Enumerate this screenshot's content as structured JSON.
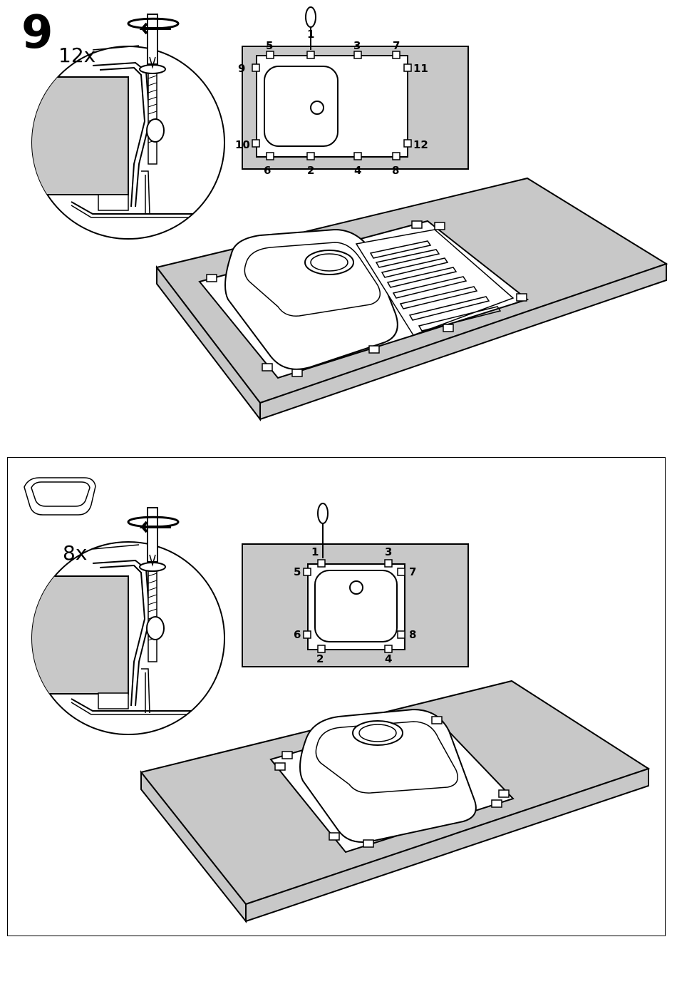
{
  "step": {
    "number": "9"
  },
  "panel_top": {
    "quantity": "12x",
    "clip_labels": [
      "1",
      "2",
      "3",
      "4",
      "5",
      "6",
      "7",
      "8",
      "9",
      "10",
      "11",
      "12"
    ]
  },
  "panel_bottom": {
    "quantity": "8x",
    "clip_labels": [
      "1",
      "2",
      "3",
      "4",
      "5",
      "6",
      "7",
      "8"
    ]
  }
}
